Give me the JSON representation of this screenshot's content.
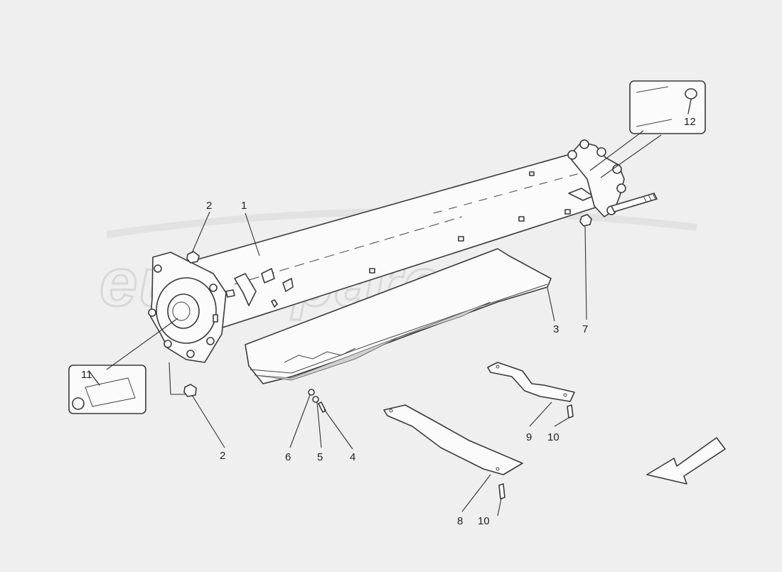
{
  "diagram": {
    "watermark": "eurospares",
    "callouts": [
      {
        "id": "c1",
        "label": "1"
      },
      {
        "id": "c2a",
        "label": "2"
      },
      {
        "id": "c2b",
        "label": "2"
      },
      {
        "id": "c3",
        "label": "3"
      },
      {
        "id": "c4",
        "label": "4"
      },
      {
        "id": "c5",
        "label": "5"
      },
      {
        "id": "c6",
        "label": "6"
      },
      {
        "id": "c7",
        "label": "7"
      },
      {
        "id": "c8",
        "label": "8"
      },
      {
        "id": "c9",
        "label": "9"
      },
      {
        "id": "c10a",
        "label": "10"
      },
      {
        "id": "c10b",
        "label": "10"
      },
      {
        "id": "c11",
        "label": "11"
      },
      {
        "id": "c12",
        "label": "12"
      }
    ]
  }
}
